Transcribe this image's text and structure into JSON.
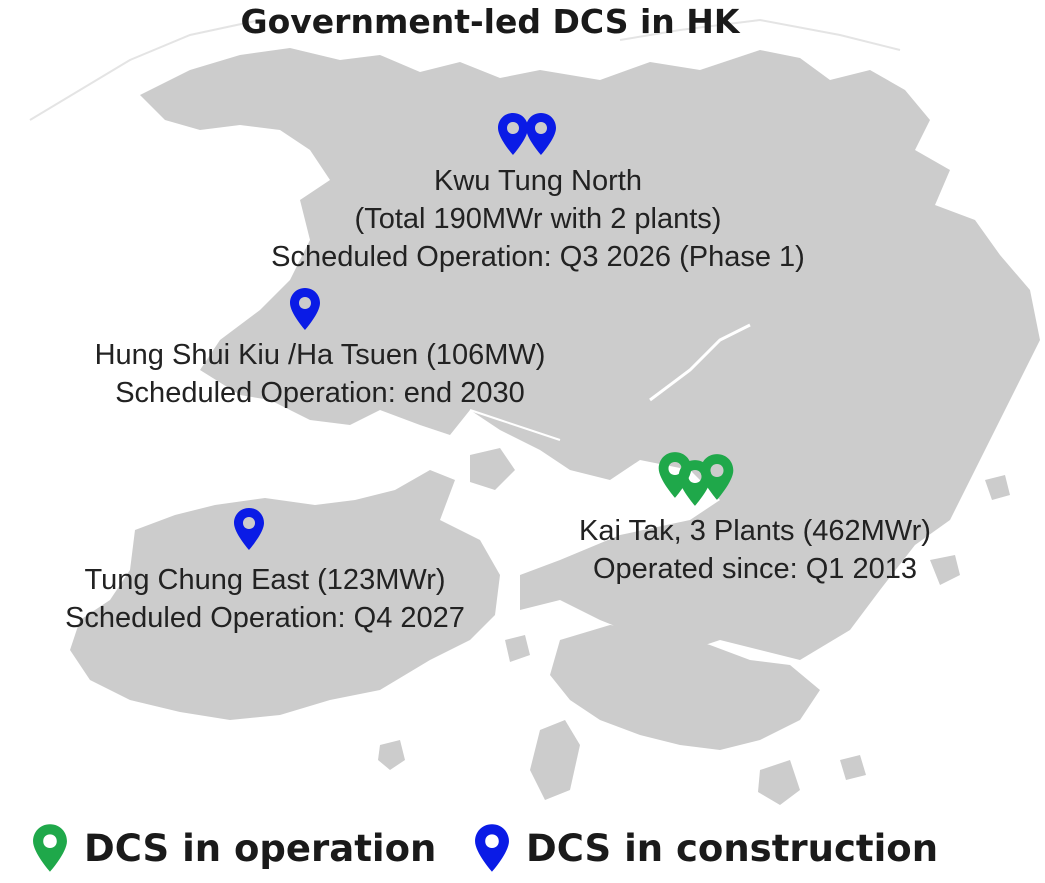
{
  "title": "Government-led DCS in HK",
  "colors": {
    "land": "#cccccc",
    "in_operation": "#1fa84a",
    "in_construction": "#0a1be6"
  },
  "sites": [
    {
      "status": "in_construction",
      "pins": 2,
      "lines": [
        "Kwu Tung North",
        "(Total 190MWr with 2 plants)",
        "Scheduled Operation: Q3 2026 (Phase 1)"
      ]
    },
    {
      "status": "in_construction",
      "pins": 1,
      "lines": [
        "Hung Shui Kiu /Ha Tsuen (106MW)",
        "Scheduled Operation: end 2030"
      ]
    },
    {
      "status": "in_operation",
      "pins": 3,
      "lines": [
        "Kai Tak, 3 Plants (462MWr)",
        "Operated since: Q1 2013"
      ]
    },
    {
      "status": "in_construction",
      "pins": 1,
      "lines": [
        "Tung Chung East (123MWr)",
        "Scheduled Operation: Q4 2027"
      ]
    }
  ],
  "legend": [
    {
      "label": "DCS in operation",
      "icon": "map-pin-icon",
      "color": "#1fa84a"
    },
    {
      "label": "DCS in construction",
      "icon": "map-pin-icon",
      "color": "#0a1be6"
    }
  ]
}
